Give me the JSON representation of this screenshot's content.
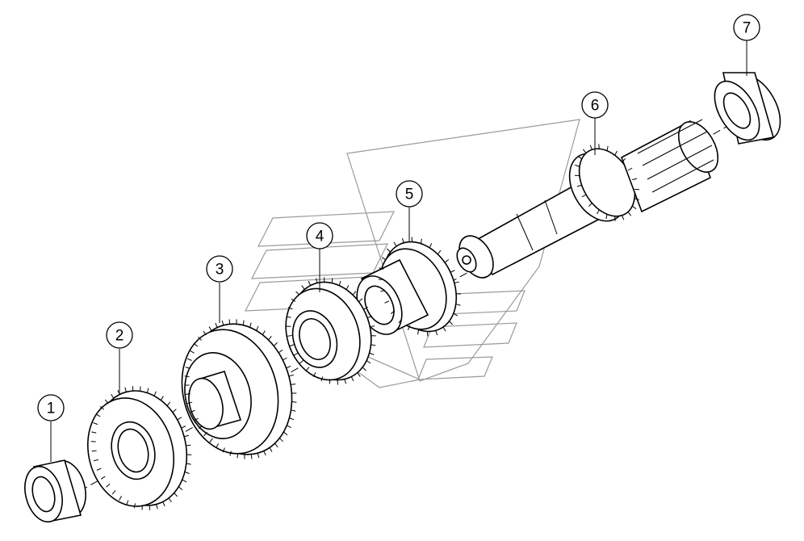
{
  "callouts": [
    {
      "id": "1",
      "label": "1"
    },
    {
      "id": "2",
      "label": "2"
    },
    {
      "id": "3",
      "label": "3"
    },
    {
      "id": "4",
      "label": "4"
    },
    {
      "id": "5",
      "label": "5"
    },
    {
      "id": "6",
      "label": "6"
    },
    {
      "id": "7",
      "label": "7"
    }
  ],
  "colors": {
    "line": "#000000",
    "watermark": "#9a9a9a",
    "background": "#ffffff"
  }
}
